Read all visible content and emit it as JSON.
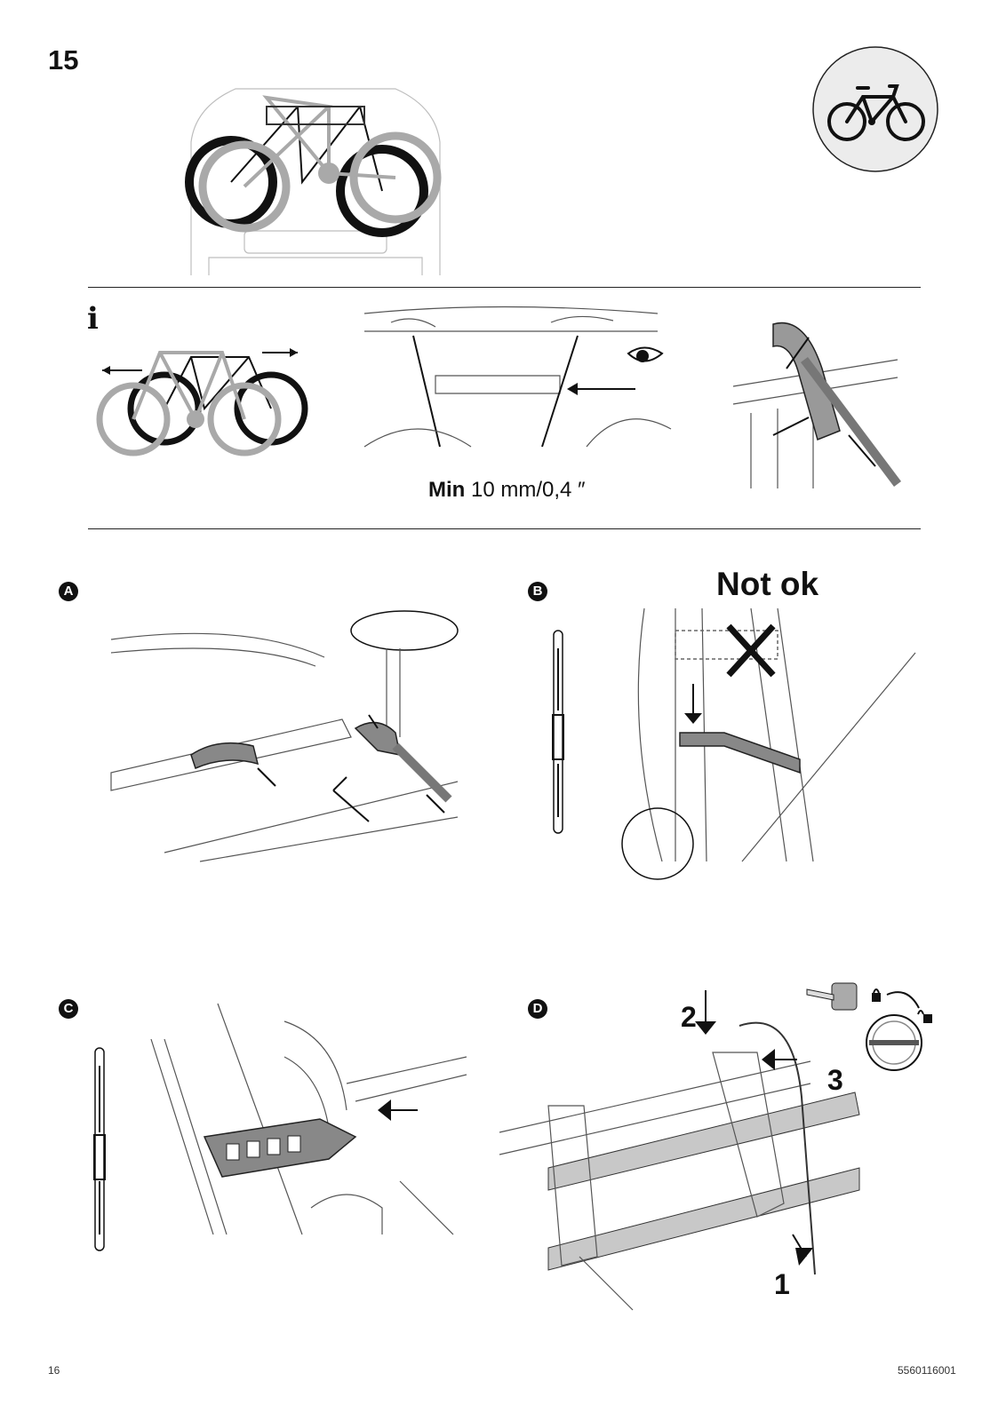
{
  "step": {
    "number": "15"
  },
  "info": {
    "icon": "info-icon",
    "min_bold": "Min",
    "min_rest": " 10 mm/0,4 ″"
  },
  "panels": {
    "a": {
      "badge": "A"
    },
    "b": {
      "badge": "B",
      "warning": "Not ok"
    },
    "c": {
      "badge": "C"
    },
    "d": {
      "badge": "D",
      "callout_1": "1",
      "callout_2": "2",
      "callout_3": "3"
    }
  },
  "footer": {
    "page": "16",
    "doc_number": "5560116001"
  },
  "colors": {
    "ink": "#111111",
    "grey_bike": "#a9a9a9",
    "circle_bg": "#ececec"
  }
}
